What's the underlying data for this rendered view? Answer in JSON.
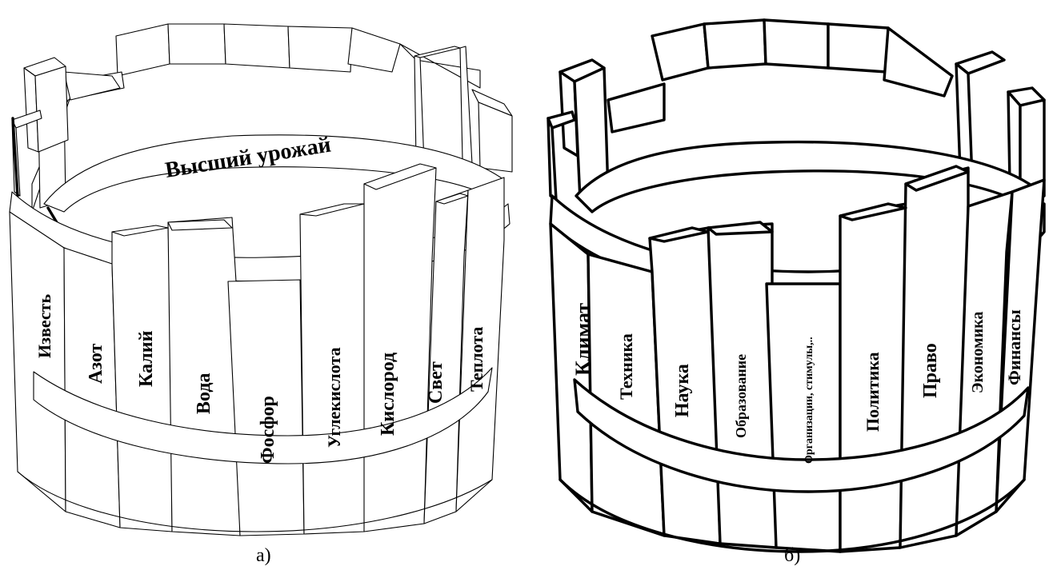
{
  "barrel_a": {
    "inner_label": "Высший урожай",
    "staves": [
      "Известь",
      "Азот",
      "Калий",
      "Вода",
      "Фосфор",
      "Углекислота",
      "Кислород",
      "Свет",
      "Теплота"
    ],
    "caption": "а)"
  },
  "barrel_b": {
    "staves": [
      "Климат",
      "Техника",
      "Наука",
      "Образование",
      "Организации, стимулы,..",
      "Политика",
      "Право",
      "Экономика",
      "Финансы"
    ],
    "caption": "б)"
  }
}
